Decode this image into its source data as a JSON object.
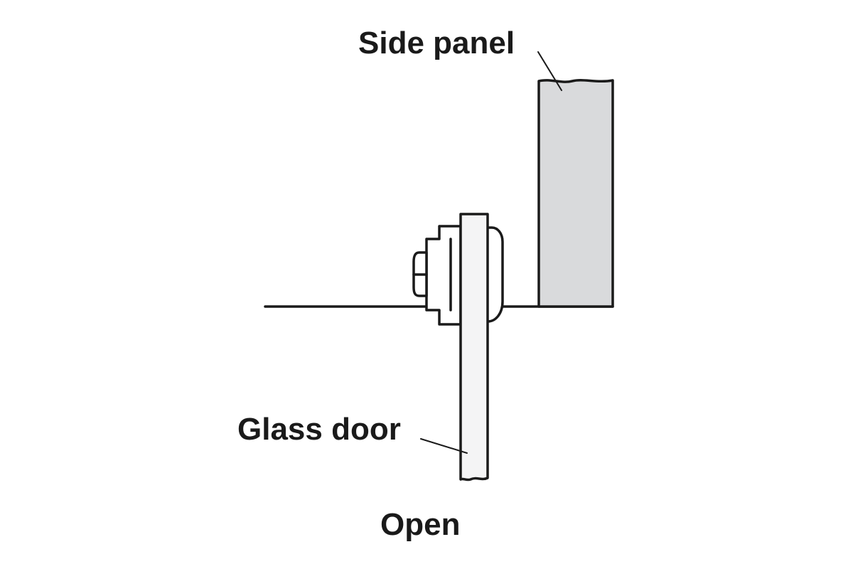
{
  "labels": {
    "side_panel": "Side panel",
    "glass_door": "Glass door",
    "state": "Open"
  },
  "colors": {
    "line": "#1a1a1a",
    "side_panel_fill": "#d9dadc",
    "glass_fill": "#f4f4f5",
    "background": "#ffffff"
  }
}
